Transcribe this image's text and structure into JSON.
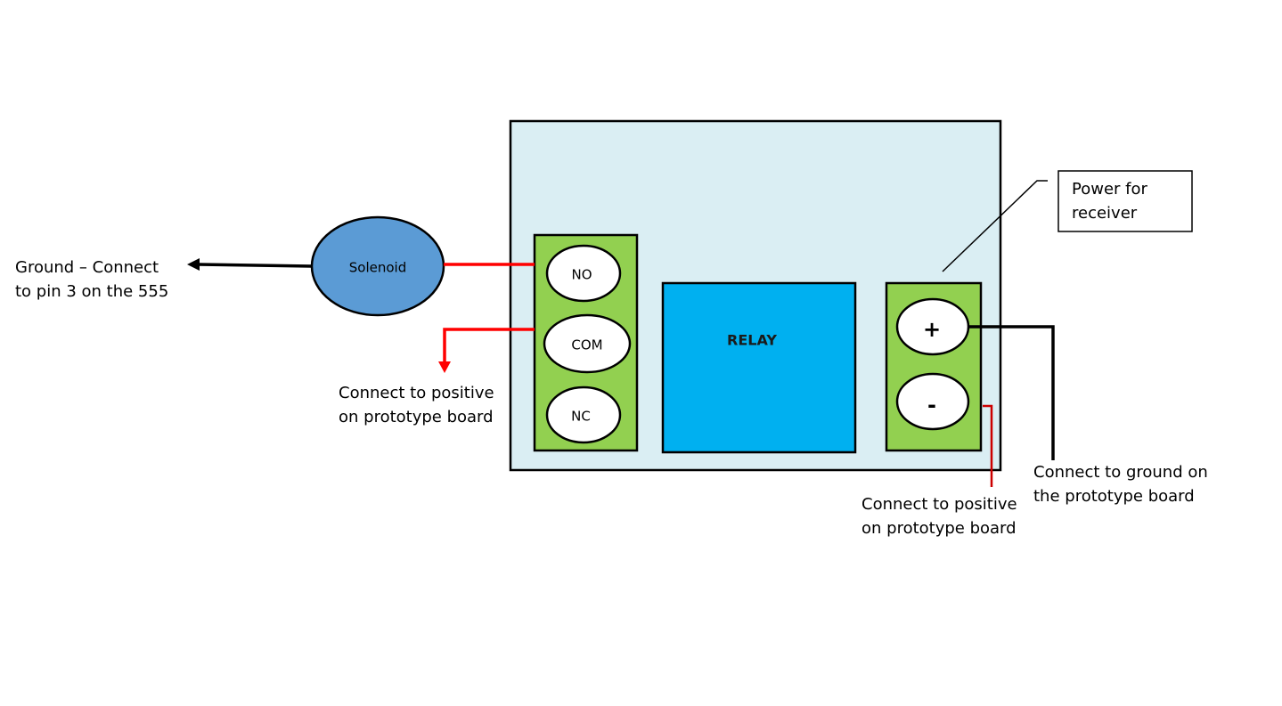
{
  "relay": {
    "label": "RELAY"
  },
  "terminals_left": {
    "no": "NO",
    "com": "COM",
    "nc": "NC"
  },
  "terminals_right": {
    "plus": "+",
    "minus": "-"
  },
  "solenoid": {
    "label": "Solenoid"
  },
  "callout": {
    "line1": "Power for",
    "line2": "receiver"
  },
  "labels": {
    "ground_555": {
      "line1": "Ground – Connect",
      "line2": "to pin 3 on the 555"
    },
    "com_positive": {
      "line1": "Connect to positive",
      "line2": "on prototype board"
    },
    "minus_positive": {
      "line1": "Connect to positive",
      "line2": "on prototype board"
    },
    "plus_ground": {
      "line1": "Connect to ground on",
      "line2": "the prototype board"
    }
  },
  "colors": {
    "board_fill": "#daeef3",
    "terminal_block": "#92d050",
    "relay_fill": "#00b0f0",
    "solenoid_fill": "#5b9bd5",
    "wire_red": "#ff0000",
    "wire_black": "#000000"
  }
}
